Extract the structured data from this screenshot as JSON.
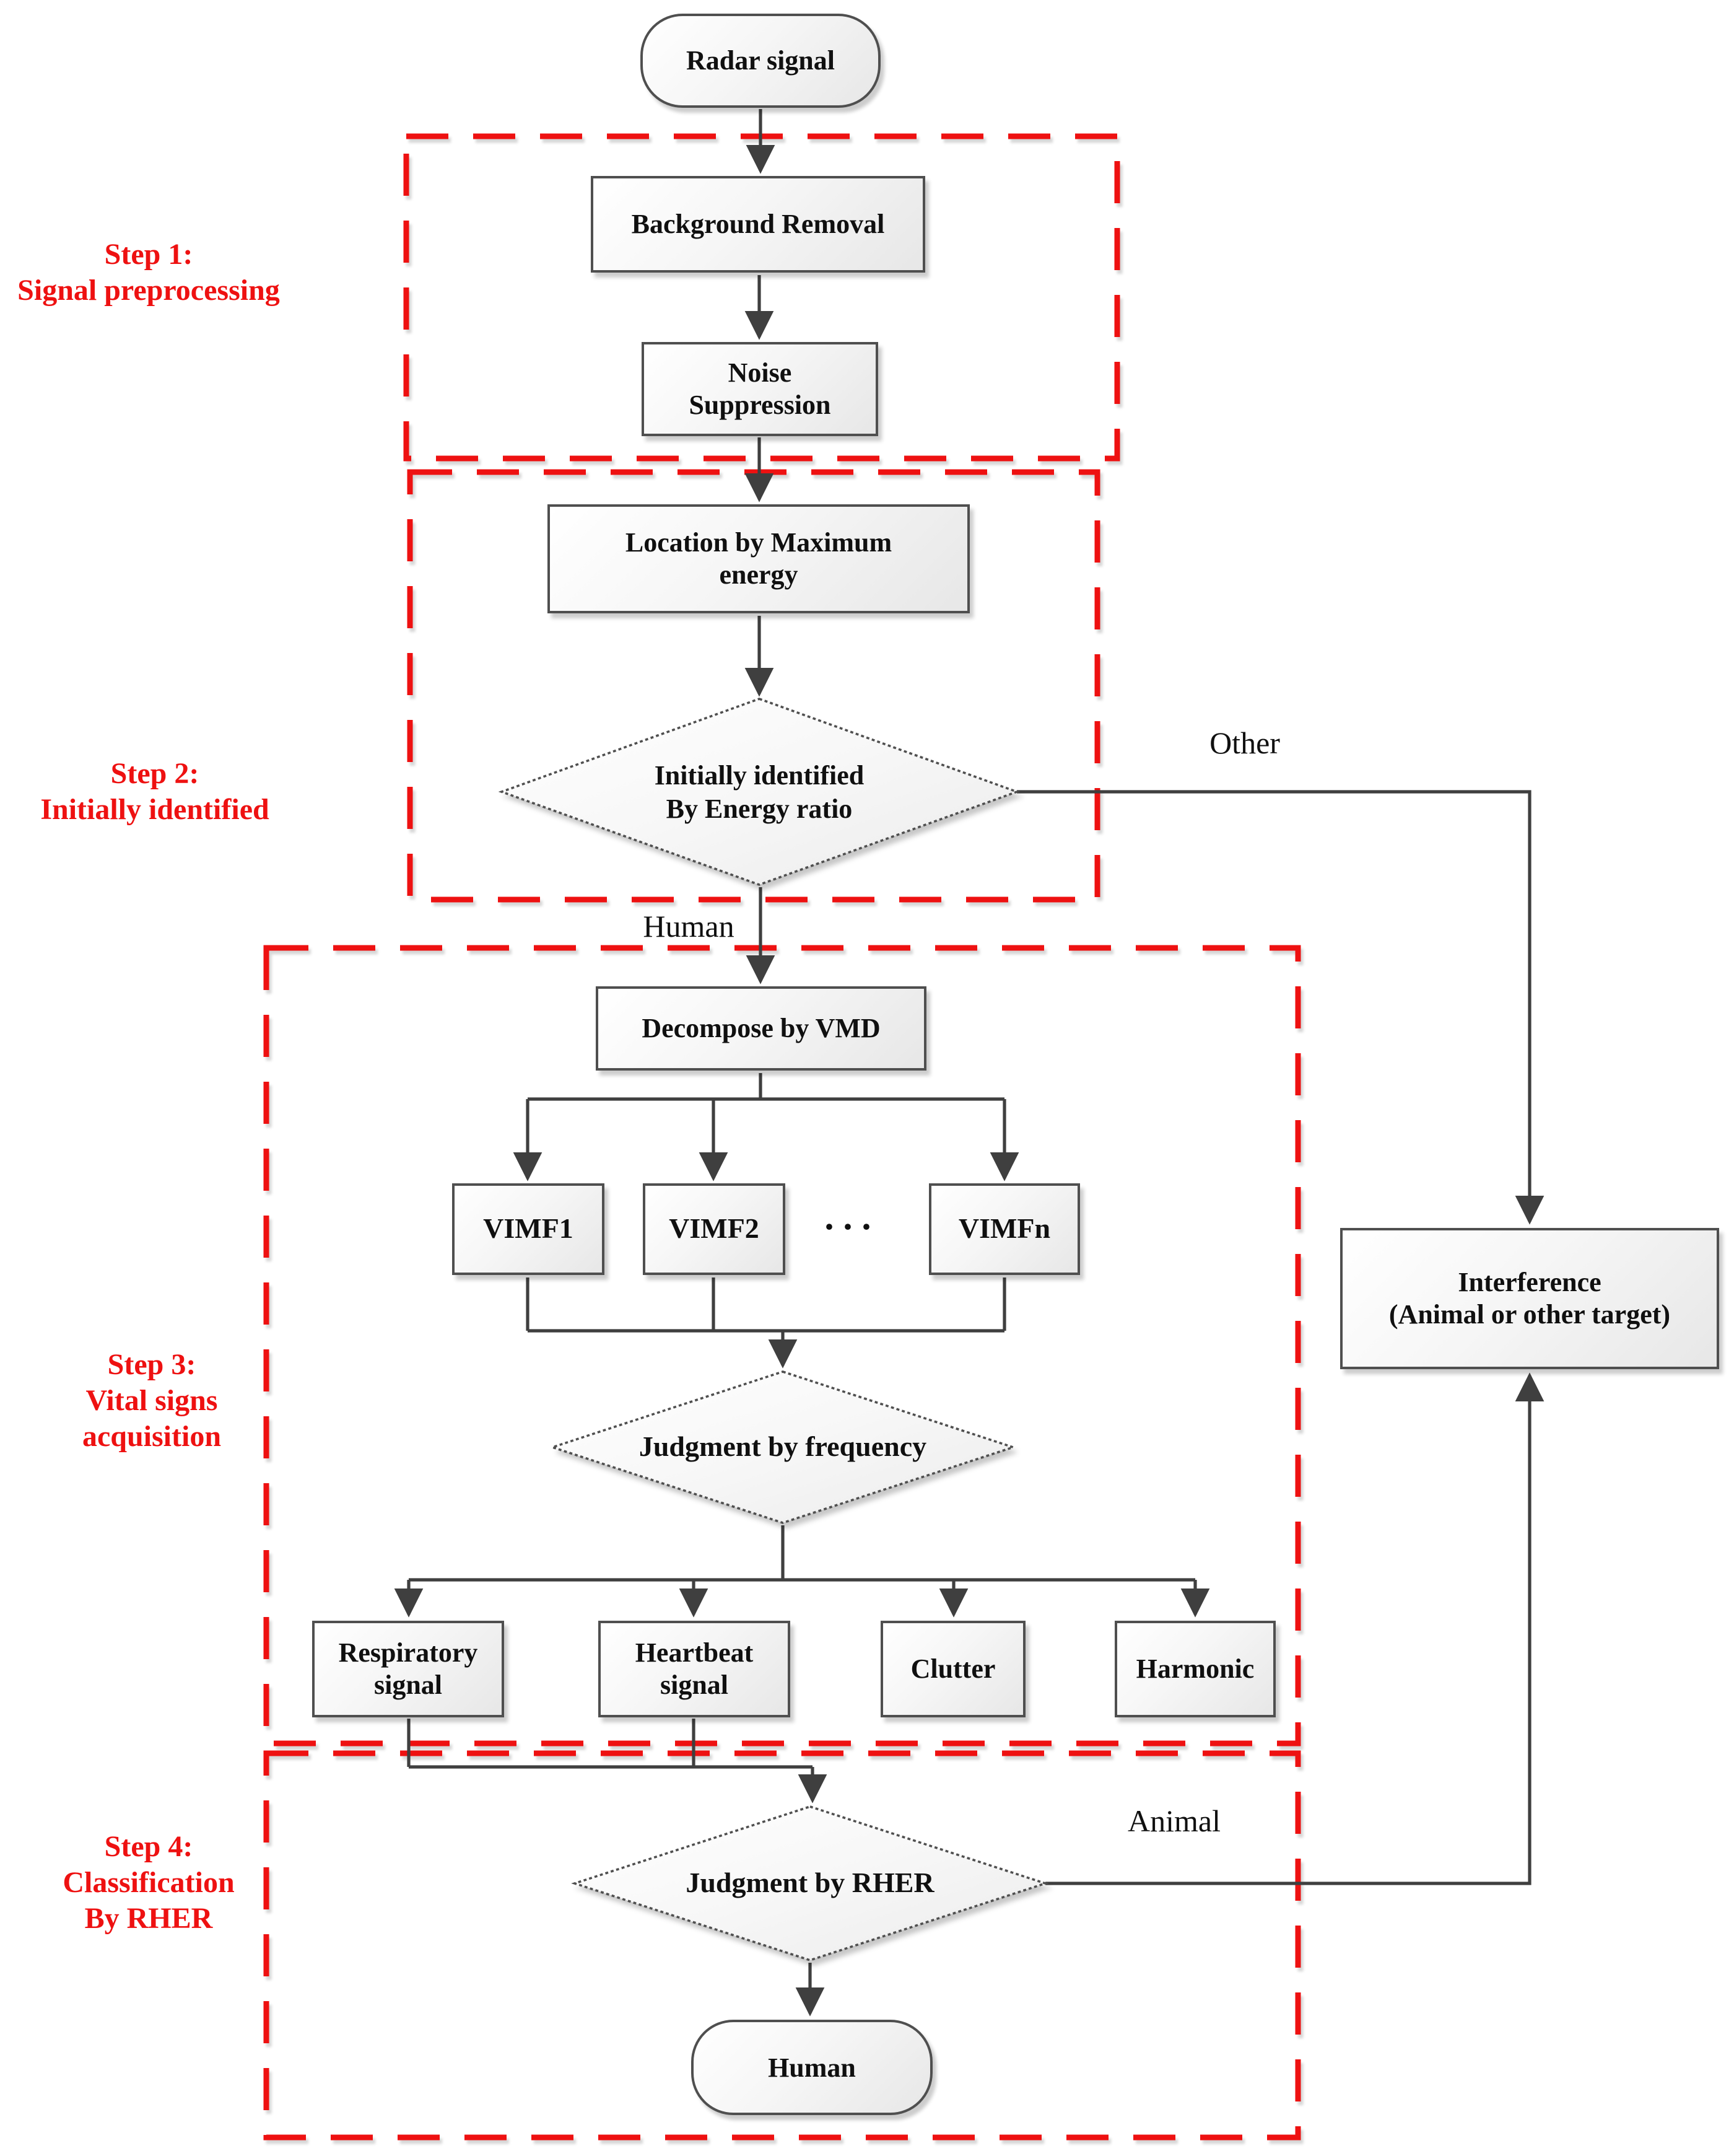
{
  "diagram": {
    "nodes": {
      "radar": {
        "label": "Radar signal"
      },
      "background_removal": {
        "label": "Background Removal"
      },
      "noise_suppression": {
        "line1": "Noise",
        "line2": "Suppression"
      },
      "location_max_energy": {
        "line1": "Location by Maximum",
        "line2": "energy"
      },
      "energy_decision": {
        "line1": "Initially identified",
        "line2": "By Energy ratio"
      },
      "decompose_vmd": {
        "label": "Decompose by VMD"
      },
      "vimf1": {
        "label": "VIMF1"
      },
      "vimf2": {
        "label": "VIMF2"
      },
      "vimf_dots": {
        "label": "···"
      },
      "vimfn": {
        "label": "VIMFn"
      },
      "freq_decision": {
        "label": "Judgment by frequency"
      },
      "respiratory": {
        "line1": "Respiratory",
        "line2": "signal"
      },
      "heartbeat": {
        "line1": "Heartbeat",
        "line2": "signal"
      },
      "clutter": {
        "label": "Clutter"
      },
      "harmonic": {
        "label": "Harmonic"
      },
      "rher_decision": {
        "label": "Judgment by RHER"
      },
      "human_terminal": {
        "label": "Human"
      },
      "interference": {
        "line1": "Interference",
        "line2": "(Animal or other target)"
      }
    },
    "edge_labels": {
      "other": "Other",
      "human": "Human",
      "animal": "Animal"
    },
    "steps": [
      {
        "lines": [
          "Step 1:",
          "Signal preprocessing"
        ]
      },
      {
        "lines": [
          "Step 2:",
          "Initially identified"
        ]
      },
      {
        "lines": [
          "Step 3:",
          "Vital signs",
          "acquisition"
        ]
      },
      {
        "lines": [
          "Step 4:",
          "Classification",
          "By RHER"
        ]
      }
    ],
    "colors": {
      "step_accent": "#ee1111",
      "node_border": "#4f4f4f",
      "connector": "#3f3f3f"
    }
  }
}
